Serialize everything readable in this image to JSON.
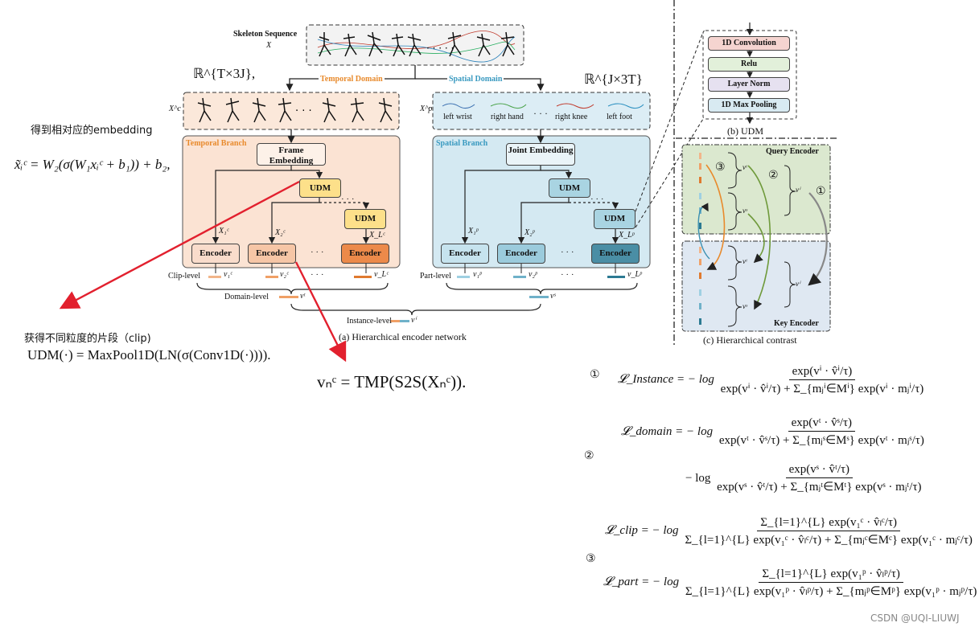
{
  "figure": {
    "skeleton_sequence": "Skeleton Sequence",
    "x_symbol": "X",
    "temporal_space": "ℝ^{T×3J},",
    "spatial_space": "ℝ^{J×3T}",
    "temporal_domain": "Temporal Domain",
    "spatial_domain": "Spatial Domain",
    "xc_symbol": "X^c",
    "xp_symbol": "X^p",
    "joints": [
      "left wrist",
      "right hand",
      "right knee",
      "left foot"
    ],
    "ellipsis": "· · ·",
    "temporal_branch": "Temporal Branch",
    "spatial_branch": "Spatial Branch",
    "frame_embedding": "Frame Embedding",
    "joint_embedding": "Joint Embedding",
    "udm": "UDM",
    "encoder": "Encoder",
    "x1c": "X₁ᶜ",
    "x2c": "X₂ᶜ",
    "xLc": "X_Lᶜ",
    "x1p": "X₁ᵖ",
    "x2p": "X₂ᵖ",
    "xLp": "X_Lᵖ",
    "clip_level": "Clip-level",
    "part_level": "Part-level",
    "domain_level": "Domain-level",
    "instance_level": "Instance-level",
    "v1c": "v₁ᶜ",
    "v2c": "v₂ᶜ",
    "vLc": "v_Lᶜ",
    "v1p": "v₁ᵖ",
    "v2p": "v₂ᵖ",
    "vLp": "v_Lᵖ",
    "vt": "vᵗ",
    "vs": "vˢ",
    "vi": "vⁱ",
    "caption_a": "(a) Hierarchical encoder network",
    "udm_layers": [
      "1D Convolution",
      "Relu",
      "Layer Norm",
      "1D Max Pooling"
    ],
    "caption_b": "(b) UDM",
    "query_encoder": "Query Encoder",
    "key_encoder": "Key Encoder",
    "caption_c": "(c) Hierarchical contrast",
    "num1": "①",
    "num2": "②",
    "num3": "③"
  },
  "annotations": {
    "note_embedding": "得到相对应的embedding",
    "note_clip": "获得不同粒度的片段（clip)",
    "eq_embedding": "x̃ᵢᶜ = W₂(σ(W₁xᵢᶜ + b₁)) + b₂,",
    "eq_udm": "UDM(·) = MaxPool1D(LN(σ(Conv1D(·)))).",
    "eq_tmp": "vₙᶜ = TMP(S2S(Xₙᶜ)).",
    "mark1": "①",
    "mark2": "②",
    "mark3": "③"
  },
  "losses": {
    "instance_lhs": "𝓛_Instance = − log",
    "instance_num": "exp(vⁱ · v̂ⁱ/τ)",
    "instance_den": "exp(vⁱ · v̂ⁱ/τ) + Σ_{mⱼⁱ∈Mⁱ} exp(vⁱ · mⱼⁱ/τ)",
    "domain_lhs": "𝓛_domain = − log",
    "domain_num1": "exp(vᵗ · v̂ˢ/τ)",
    "domain_den1": "exp(vᵗ · v̂ˢ/τ) + Σ_{mⱼˢ∈Mˢ} exp(vᵗ · mⱼˢ/τ)",
    "domain_minus": "− log",
    "domain_num2": "exp(vˢ · v̂ᵗ/τ)",
    "domain_den2": "exp(vˢ · v̂ᵗ/τ) + Σ_{mⱼᵗ∈Mᵗ} exp(vˢ · mⱼᵗ/τ)",
    "clip_lhs": "𝓛_clip = − log",
    "clip_num": "Σ_{l=1}^{L} exp(v₁ᶜ · v̂ₗᶜ/τ)",
    "clip_den": "Σ_{l=1}^{L} exp(v₁ᶜ · v̂ₗᶜ/τ) + Σ_{mⱼᶜ∈Mᶜ} exp(v₁ᶜ · mⱼᶜ/τ)",
    "part_lhs": "𝓛_part = − log",
    "part_num": "Σ_{l=1}^{L} exp(v₁ᵖ · v̂ₗᵖ/τ)",
    "part_den": "Σ_{l=1}^{L} exp(v₁ᵖ · v̂ₗᵖ/τ) + Σ_{mⱼᵖ∈Mᵖ} exp(v₁ᵖ · mⱼᵖ/τ)"
  },
  "watermark": "CSDN @UQI-LIUWJ"
}
